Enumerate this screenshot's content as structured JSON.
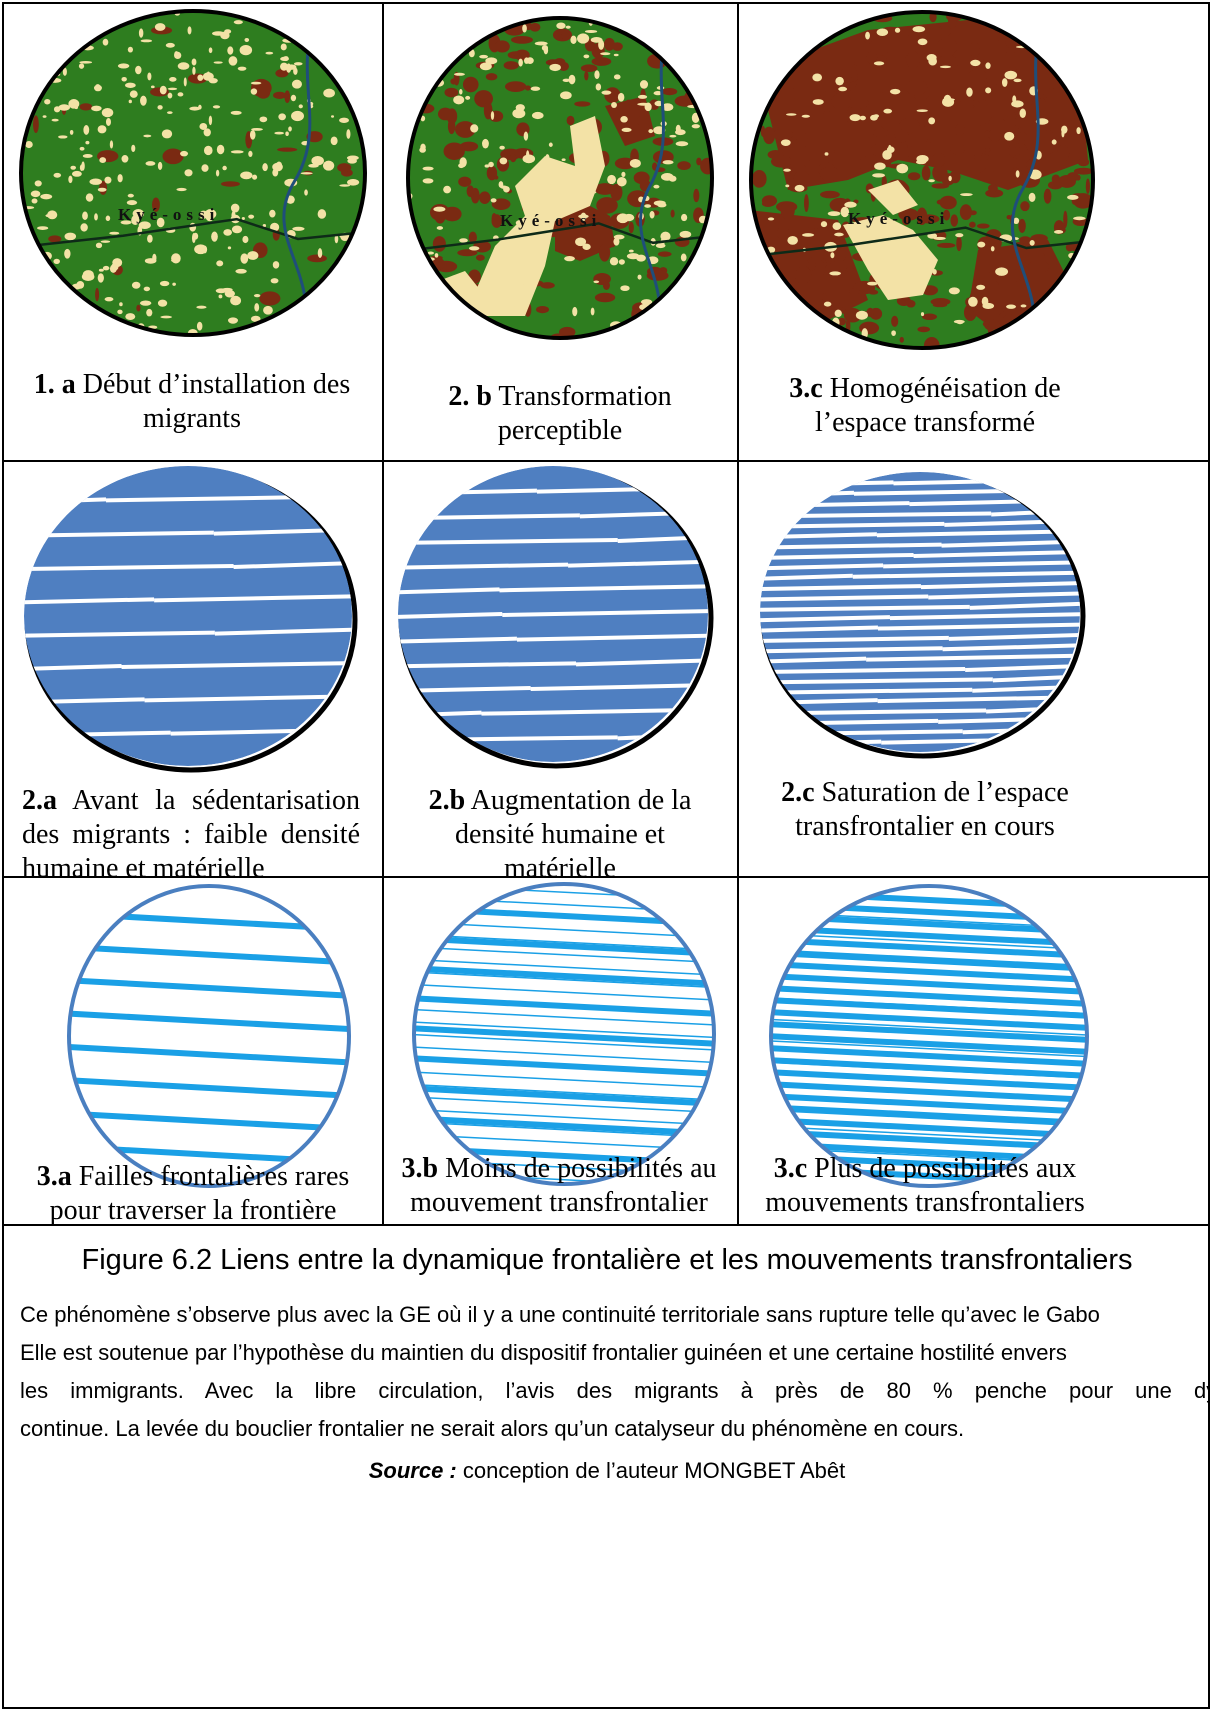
{
  "colors": {
    "forest": "#2e7d1f",
    "cleared": "#7a2a12",
    "settlement": "#f3e2a6",
    "river": "#1f4e7a",
    "density_fill": "#4f7fc1",
    "corridor_line": "#1aa0e6",
    "circle_outline": "#4a7fc0"
  },
  "row1": [
    {
      "bold": "1. a",
      "text": " Début d’installation des migrants",
      "map_label": "Kyé-ossi"
    },
    {
      "bold": "2. b",
      "text": " Transformation perceptible",
      "map_label": "Kyé-ossi"
    },
    {
      "bold": "3.c",
      "text": " Homogénéisation de l’espace transformé",
      "map_label": "Kyé-ossi"
    }
  ],
  "row2": [
    {
      "bold": "2.a",
      "text": " Avant la sédentarisation des migrants : faible densité humaine et matérielle"
    },
    {
      "bold": "2.b",
      "text": " Augmentation de la densité humaine et matérielle"
    },
    {
      "bold": "2.c",
      "text": " Saturation de l’espace transfrontalier en cours"
    }
  ],
  "row3": [
    {
      "bold": "3.a",
      "text": " Failles frontalières rares pour traverser la frontière"
    },
    {
      "bold": "3.b",
      "text": " Moins de possibilités au mouvement transfrontalier"
    },
    {
      "bold": "3.c",
      "text": " Plus de possibilités aux mouvements transfrontaliers"
    }
  ],
  "figure_title": "Figure 6.2 Liens entre la dynamique frontalière et les mouvements transfrontaliers",
  "paragraph_lines": [
    "Ce phénomène s’observe plus avec la GE où il y a une continuité territoriale sans rupture telle qu’avec le Gabo",
    "Elle est soutenue par l’hypothèse du maintien du dispositif frontalier guinéen et une certaine hostilité envers",
    "les immigrants. Avec la libre circulation, l’avis des migrants à près de 80 % penche pour une dynam",
    "continue. La levée du bouclier frontalier ne serait alors qu’un catalyseur du phénomène en cours."
  ],
  "source_label": "Source :",
  "source_text": " conception de l’auteur MONGBET Abêt"
}
